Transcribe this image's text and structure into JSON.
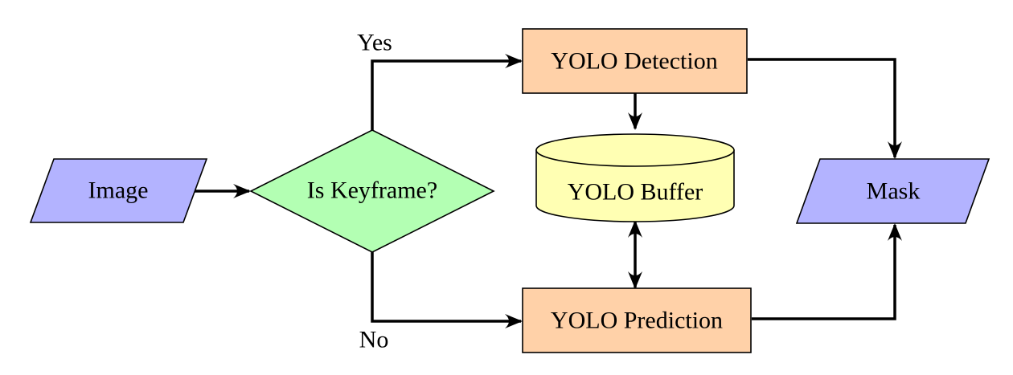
{
  "nodes": {
    "image": {
      "label": "Image",
      "fill": "#b3b3ff"
    },
    "keyframe": {
      "label": "Is Keyframe?",
      "fill": "#b3ffb3"
    },
    "detection": {
      "label": "YOLO Detection",
      "fill": "#ffd1a8"
    },
    "buffer": {
      "label": "YOLO Buffer",
      "fill": "#ffffb3"
    },
    "prediction": {
      "label": "YOLO Prediction",
      "fill": "#ffd1a8"
    },
    "mask": {
      "label": "Mask",
      "fill": "#b3b3ff"
    }
  },
  "edges": {
    "yes_label": "Yes",
    "no_label": "No"
  }
}
